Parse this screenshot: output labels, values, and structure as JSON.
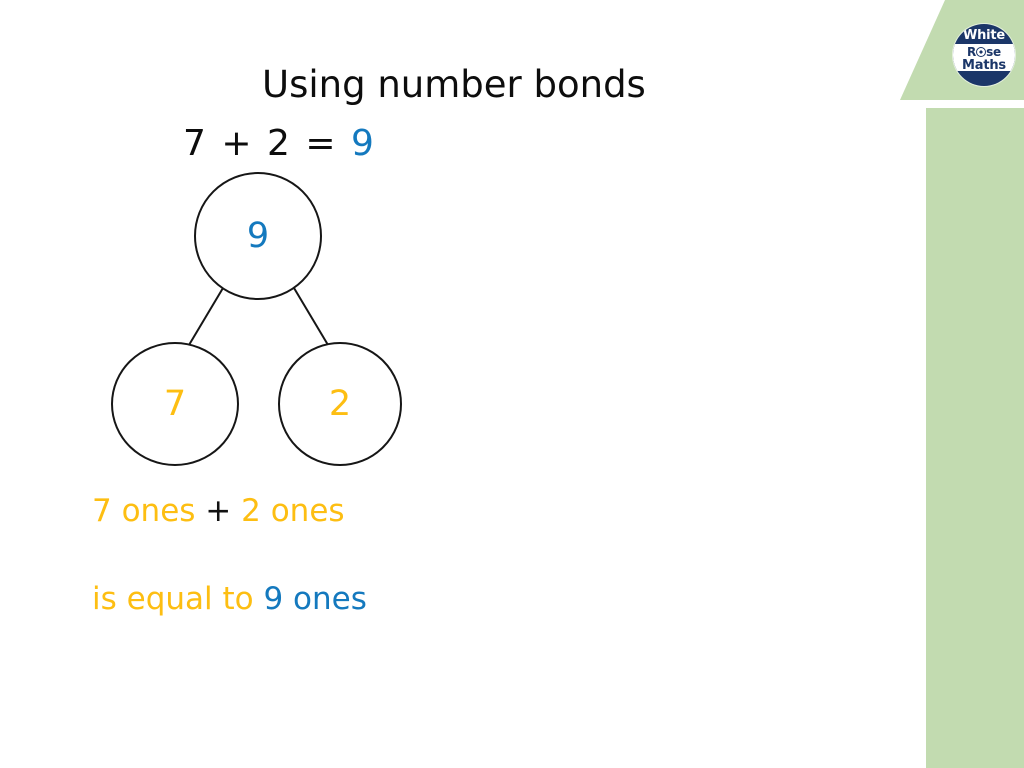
{
  "slide": {
    "title": "Using number bonds",
    "background_color": "#ffffff"
  },
  "equation": {
    "addend_1": "7",
    "plus": "+",
    "addend_2": "2",
    "equals": "=",
    "sum": "9"
  },
  "number_bond": {
    "whole": "9",
    "part_left": "7",
    "part_right": "2"
  },
  "sentences": {
    "line_1": {
      "part_1": "7 ones",
      "operator": "+",
      "part_2": "2 ones"
    },
    "line_2": {
      "phrase": "is equal to",
      "total": "9 ones"
    }
  },
  "logo": {
    "line_1": "White",
    "line_2_before": "R",
    "line_2_after": "se",
    "line_3": "Maths"
  },
  "colors": {
    "amber": "#fdbe12",
    "blue": "#1479be",
    "green": "#c2dbb0",
    "navy": "#1b3668",
    "ink": "#0d0d0d"
  }
}
